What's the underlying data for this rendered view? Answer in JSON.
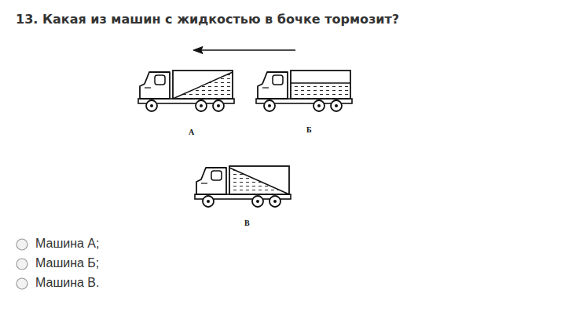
{
  "diagram": {
    "title": "13. Какая из машин с жидкостью в бочке тормозит?",
    "labels": [
      "А",
      "Б",
      "В",
      "Машина А;",
      "Машина Б;",
      "Машина В."
    ]
  }
}
